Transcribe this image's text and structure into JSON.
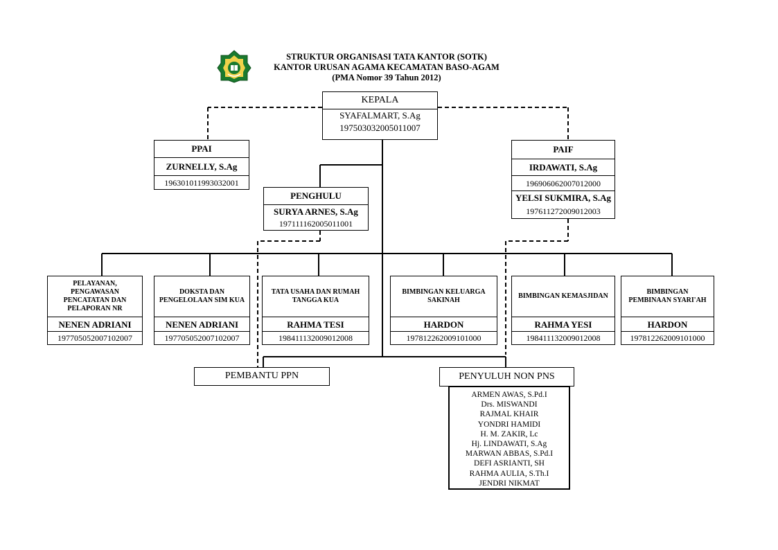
{
  "header": {
    "line1": "STRUKTUR ORGANISASI TATA KANTOR (SOTK)",
    "line2": "KANTOR URUSAN AGAMA KECAMATAN BASO-AGAM",
    "line3": "(PMA Nomor 39 Tahun 2012)",
    "logo_icon": "kemenag-emblem-icon",
    "logo_color": "#1a7a2e"
  },
  "kepala": {
    "title": "KEPALA",
    "name": "SYAFALMART, S.Ag",
    "nip": "197503032005011007"
  },
  "ppai": {
    "title": "PPAI",
    "name": "ZURNELLY, S.Ag",
    "nip": "196301011993032001"
  },
  "paif": {
    "title": "PAIF",
    "name1": "IRDAWATI, S.Ag",
    "nip1": "196906062007012000",
    "name2": "YELSI SUKMIRA, S.Ag",
    "nip2": "197611272009012003"
  },
  "penghulu": {
    "title": "PENGHULU",
    "name": "SURYA ARNES, S.Ag",
    "nip": "197111162005011001"
  },
  "units": [
    {
      "title": "PELAYANAN, PENGAWASAN PENCATATAN DAN PELAPORAN NR",
      "name": "NENEN ADRIANI",
      "nip": "197705052007102007"
    },
    {
      "title": "DOKSTA DAN PENGELOLAAN SIM KUA",
      "name": "NENEN ADRIANI",
      "nip": "197705052007102007"
    },
    {
      "title": "TATA USAHA DAN RUMAH TANGGA KUA",
      "name": "RAHMA TESI",
      "nip": "198411132009012008"
    },
    {
      "title": "BIMBINGAN KELUARGA SAKINAH",
      "name": "HARDON",
      "nip": "197812262009101000"
    },
    {
      "title": "BIMBINGAN KEMASJIDAN",
      "name": "RAHMA YESI",
      "nip": "198411132009012008"
    },
    {
      "title": "BIMBINGAN PEMBINAAN SYARI'AH",
      "name": "HARDON",
      "nip": "197812262009101000"
    }
  ],
  "pembantu": {
    "title": "PEMBANTU PPN"
  },
  "penyuluh": {
    "title": "PENYULUH NON PNS",
    "members": [
      "ARMEN AWAS, S.Pd.I",
      "Drs. MISWANDI",
      "RAJMAL KHAIR",
      "YONDRI HAMIDI",
      "H. M. ZAKIR, Lc",
      "Hj. LINDAWATI, S.Ag",
      "MARWAN ABBAS, S.Pd.I",
      "DEFI ASRIANTI, SH",
      "RAHMA AULIA, S.Th.I",
      "JENDRI NIKMAT"
    ]
  }
}
